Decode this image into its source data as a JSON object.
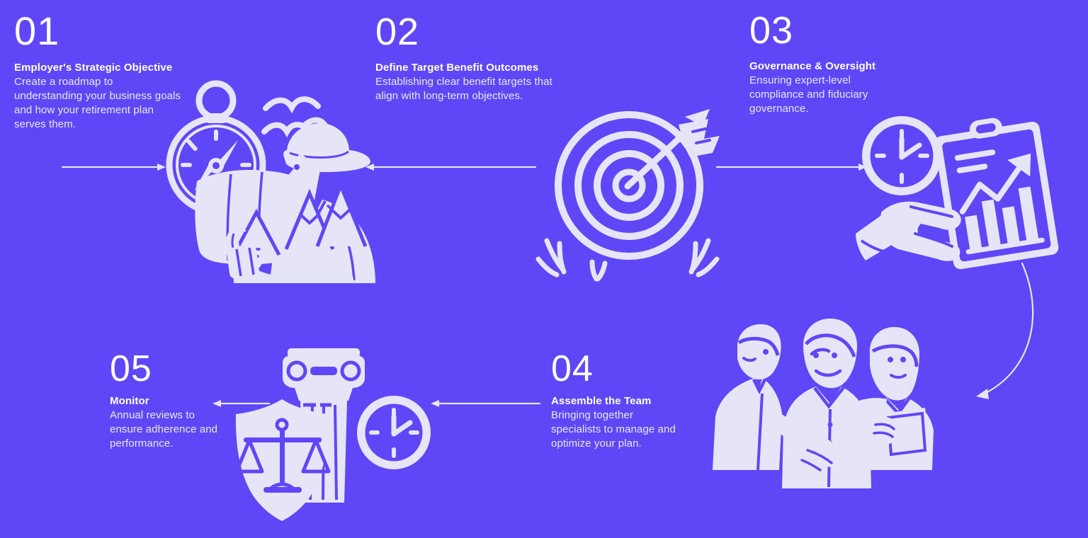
{
  "page": {
    "kind": "process-infographic",
    "background_color": "#5f47f7",
    "illustration_color": "#e6e4f7",
    "title_text_color": "#ffffff",
    "body_text_color": "#e9e7fb"
  },
  "steps": [
    {
      "number": "01",
      "title": "Employer's Strategic Objective",
      "description": "Create a roadmap to understanding your business goals and how your retirement plan serves them.",
      "illustration": "compass-explorer-map-icon"
    },
    {
      "number": "02",
      "title": "Define Target Benefit Outcomes",
      "description": "Establishing clear benefit targets that align with long-term objectives.",
      "illustration": "target-arrow-bullseye-icon"
    },
    {
      "number": "03",
      "title": "Governance & Oversight",
      "description": "Ensuring expert-level compliance and fiduciary governance.",
      "illustration": "clock-clipboard-chart-hand-icon"
    },
    {
      "number": "04",
      "title": "Assemble the Team",
      "description": "Bringing together specialists to manage and optimize your plan.",
      "illustration": "team-handshake-three-people-icon"
    },
    {
      "number": "05",
      "title": "Monitor",
      "description": "Annual reviews to ensure adherence and performance.",
      "illustration": "column-shield-scales-clock-icon"
    }
  ],
  "connectors": [
    {
      "name": "connector-start-to-step-01",
      "direction": "right"
    },
    {
      "name": "connector-step-01-to-step-02",
      "direction": "right"
    },
    {
      "name": "connector-step-02-to-step-03",
      "direction": "right"
    },
    {
      "name": "connector-step-03-to-step-04",
      "direction": "curve-down-left"
    },
    {
      "name": "connector-step-04-to-step-05",
      "direction": "left"
    },
    {
      "name": "connector-step-05-end",
      "direction": "left"
    }
  ]
}
